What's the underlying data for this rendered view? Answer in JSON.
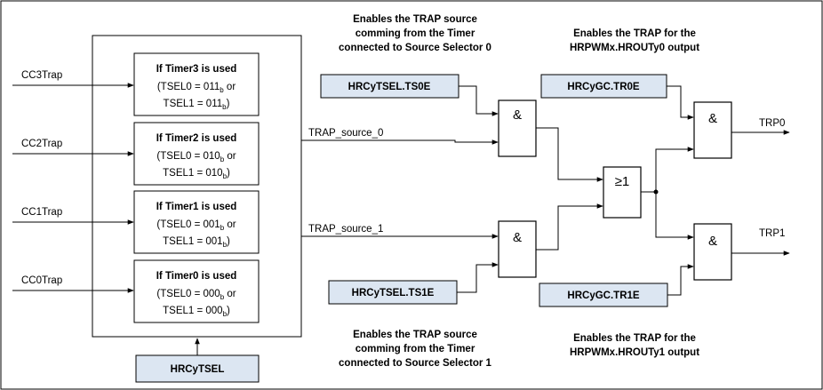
{
  "inputs": [
    "CC3Trap",
    "CC2Trap",
    "CC1Trap",
    "CC0Trap"
  ],
  "timer_blocks": [
    {
      "title": "If Timer3 is used",
      "line2_pre": "(TSEL0 = 011",
      "line2_sub": "b",
      "line2_post": " or",
      "line3_pre": "TSEL1 = 011",
      "line3_sub": "b",
      "line3_post": ")"
    },
    {
      "title": "If Timer2 is used",
      "line2_pre": "(TSEL0 = 010",
      "line2_sub": "b",
      "line2_post": " or",
      "line3_pre": "TSEL1 = 010",
      "line3_sub": "b",
      "line3_post": ")"
    },
    {
      "title": "If Timer1 is used",
      "line2_pre": "(TSEL0 = 001",
      "line2_sub": "b",
      "line2_post": " or",
      "line3_pre": "TSEL1 = 001",
      "line3_sub": "b",
      "line3_post": ")"
    },
    {
      "title": "If Timer0 is used",
      "line2_pre": "(TSEL0 = 000",
      "line2_sub": "b",
      "line2_post": " or",
      "line3_pre": "TSEL1 = 000",
      "line3_sub": "b",
      "line3_post": ")"
    }
  ],
  "registers": {
    "tsel": "HRCyTSEL",
    "ts0e": "HRCyTSEL.TS0E",
    "ts1e": "HRCyTSEL.TS1E",
    "tr0e": "HRCyGC.TR0E",
    "tr1e": "HRCyGC.TR1E"
  },
  "signals": {
    "source0": "TRAP_source_0",
    "source1": "TRAP_source_1",
    "trp0": "TRP0",
    "trp1": "TRP1"
  },
  "gates": {
    "and": "&",
    "or": "≥1"
  },
  "notes": {
    "top_left": [
      "Enables the TRAP source",
      "comming from the Timer",
      "connected to Source Selector 0"
    ],
    "top_right": [
      "Enables the TRAP for the",
      "HRPWMx.HROUTy0 output"
    ],
    "bottom_left": [
      "Enables the TRAP source",
      "comming from the Timer",
      "connected to Source Selector 1"
    ],
    "bottom_right": [
      "Enables the TRAP for the",
      "HRPWMx.HROUTy1 output"
    ]
  }
}
